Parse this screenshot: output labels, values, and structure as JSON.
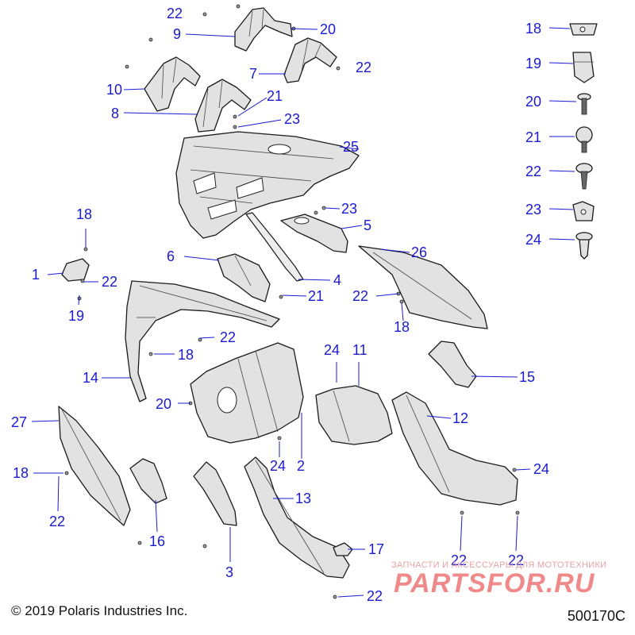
{
  "footer": {
    "copyright": "© 2019 Polaris Industries Inc.",
    "diagram_code": "500170C"
  },
  "watermark": {
    "caption": "ЗАПЧАСТИ И АКСЕССУАРЫ ДЛЯ МОТОТЕХНИКИ",
    "brand": "PARTSFOR.RU"
  },
  "callouts": {
    "c1": "1",
    "c2": "2",
    "c3": "3",
    "c4": "4",
    "c5": "5",
    "c6": "6",
    "c7": "7",
    "c8": "8",
    "c9": "9",
    "c10": "10",
    "c11": "11",
    "c12": "12",
    "c13": "13",
    "c14": "14",
    "c15": "15",
    "c16": "16",
    "c17": "17",
    "c25": "25",
    "c26": "26",
    "c27": "27",
    "c18a": "18",
    "c18b": "18",
    "c18c": "18",
    "c18d": "18",
    "c19": "19",
    "c20a": "20",
    "c20b": "20",
    "c21a": "21",
    "c21b": "21",
    "c22a": "22",
    "c22b": "22",
    "c22c": "22",
    "c22d": "22",
    "c22e": "22",
    "c22f": "22",
    "c22g": "22",
    "c22h": "22",
    "c22i": "22",
    "c23a": "23",
    "c23b": "23",
    "c24a": "24",
    "c24b": "24",
    "c24c": "24",
    "legend": {
      "l18": "18",
      "l19": "19",
      "l20": "20",
      "l21": "21",
      "l22": "22",
      "l23": "23",
      "l24": "24"
    }
  }
}
